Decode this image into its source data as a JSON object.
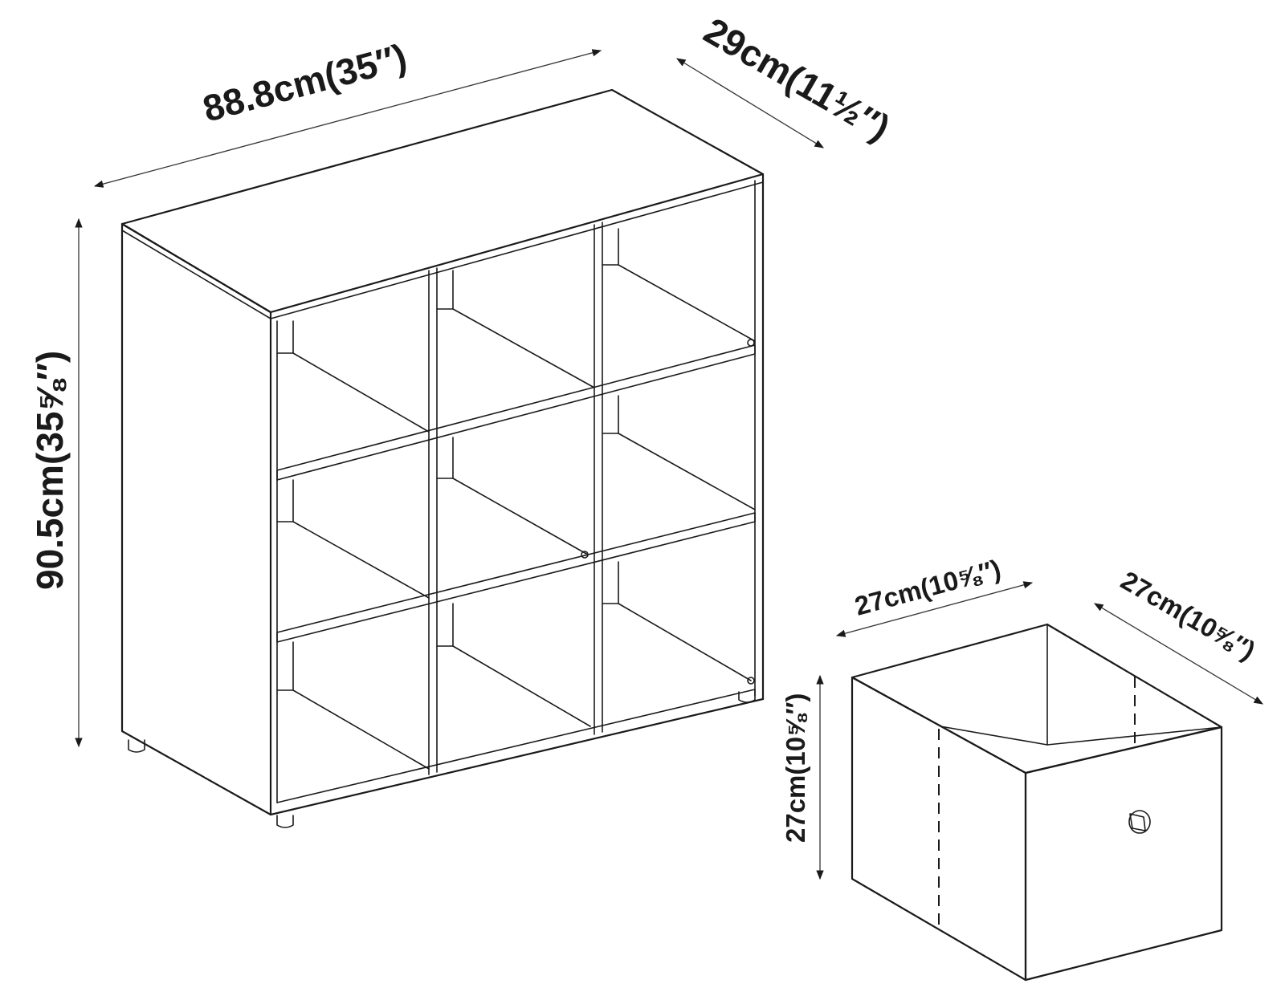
{
  "shelf": {
    "width_label": "88.8cm(35″)",
    "depth_label": "29cm(11½″)",
    "height_label": "90.5cm(35⅝″)"
  },
  "bin": {
    "width_label": "27cm(10⅝″)",
    "depth_label": "27cm(10⅝″)",
    "height_label": "27cm(10⅝″)"
  },
  "colors": {
    "line": "#1a1a1a",
    "background": "#ffffff"
  }
}
